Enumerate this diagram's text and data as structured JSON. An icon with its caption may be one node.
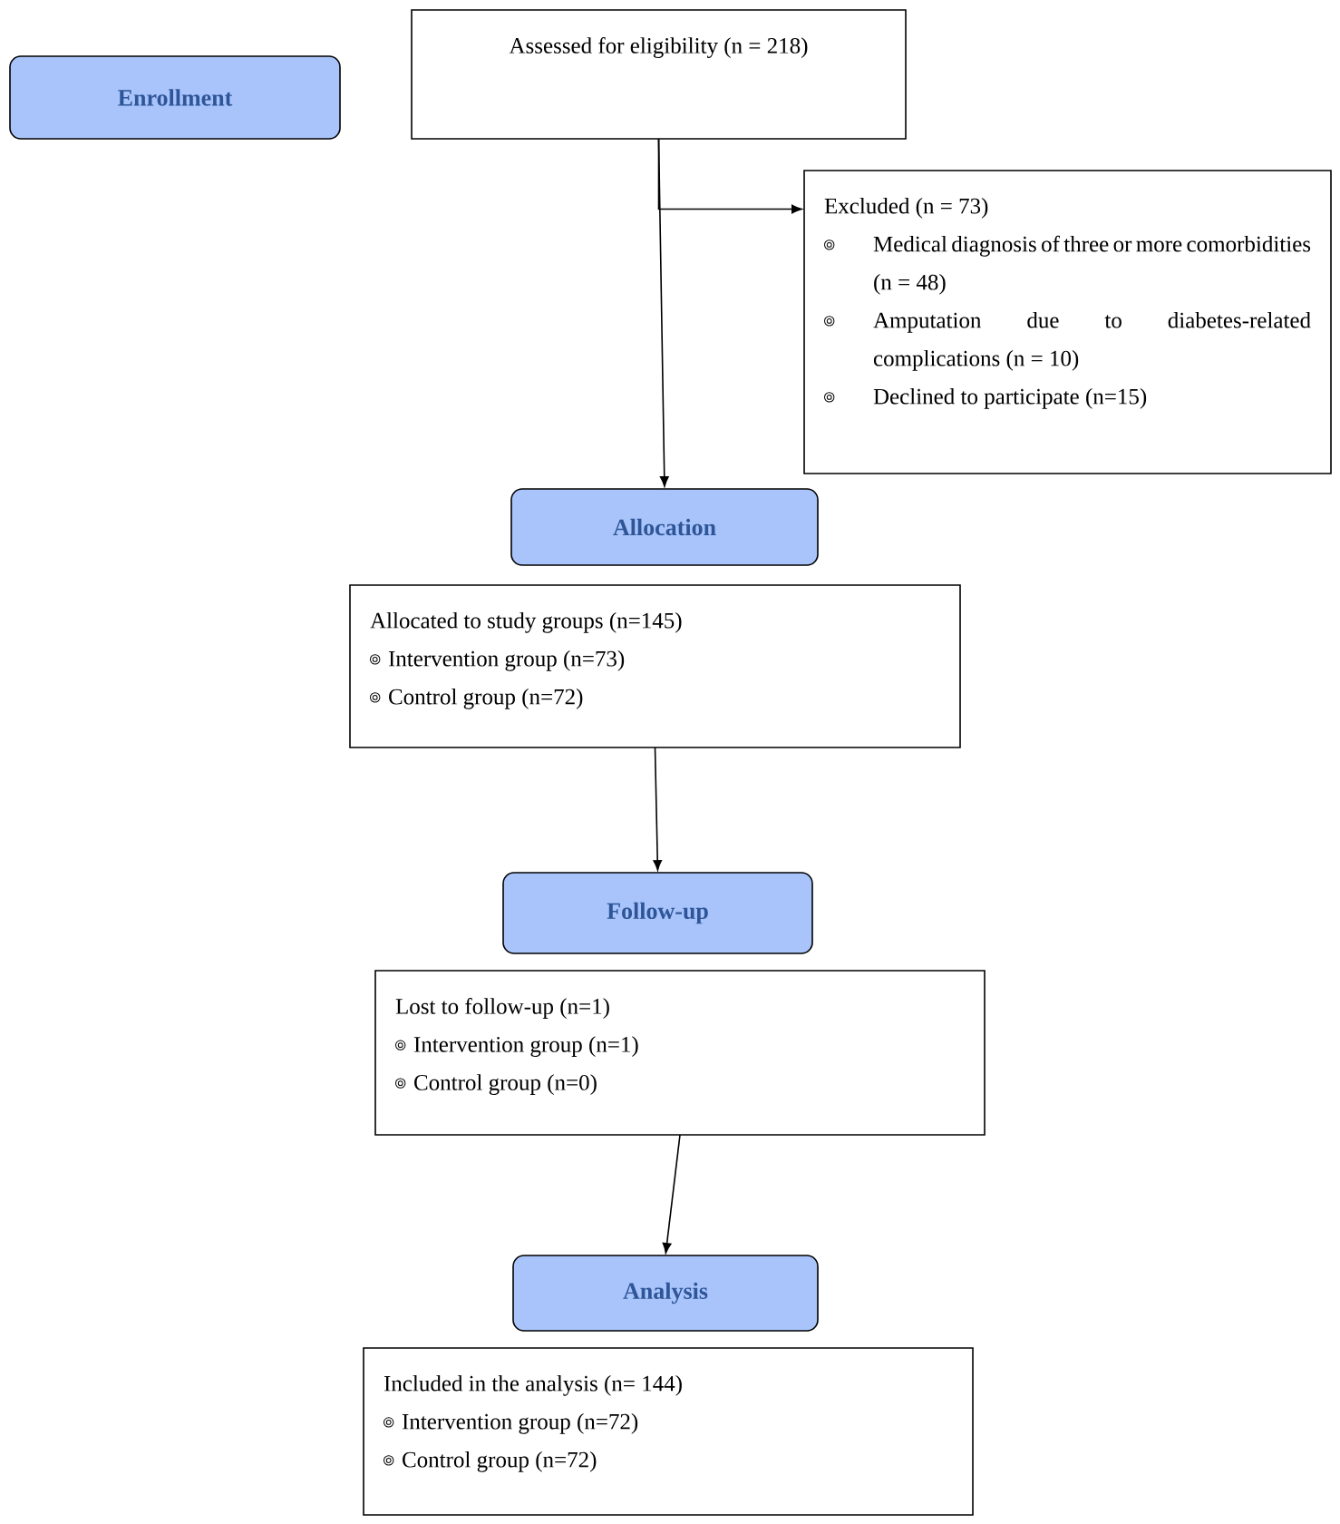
{
  "diagram": {
    "nodes": [
      {
        "text": [
          "Enrollment"
        ]
      },
      {
        "text": [
          "Assessed for eligibility (n = 218)"
        ]
      },
      {
        "text": [
          "Excluded (n = 73)",
          "Medical diagnosis of three or more comorbidities (n = 48)",
          "Amputation due to diabetes-related complications (n = 10)",
          "Declined to participate (n=15)"
        ]
      },
      {
        "text": [
          "Allocation"
        ]
      },
      {
        "text": [
          "Allocated to study groups (n=145)",
          "Intervention group (n=73)",
          "Control group (n=72)"
        ]
      },
      {
        "text": [
          "Follow-up"
        ]
      },
      {
        "text": [
          "Lost to follow-up (n=1)",
          "Intervention group (n=1)",
          "Control group (n=0)"
        ]
      },
      {
        "text": [
          "Analysis"
        ]
      },
      {
        "text": [
          "Included in the analysis (n= 144)",
          "Intervention group (n=72)",
          "Control group (n=72)"
        ]
      }
    ],
    "edges": [
      {
        "from": 1,
        "to": 3,
        "arrow": "to"
      },
      {
        "from": 1,
        "to": 2,
        "arrow": "to"
      },
      {
        "from": 4,
        "to": 5,
        "arrow": "to"
      },
      {
        "from": 6,
        "to": 7,
        "arrow": "to"
      }
    ]
  }
}
